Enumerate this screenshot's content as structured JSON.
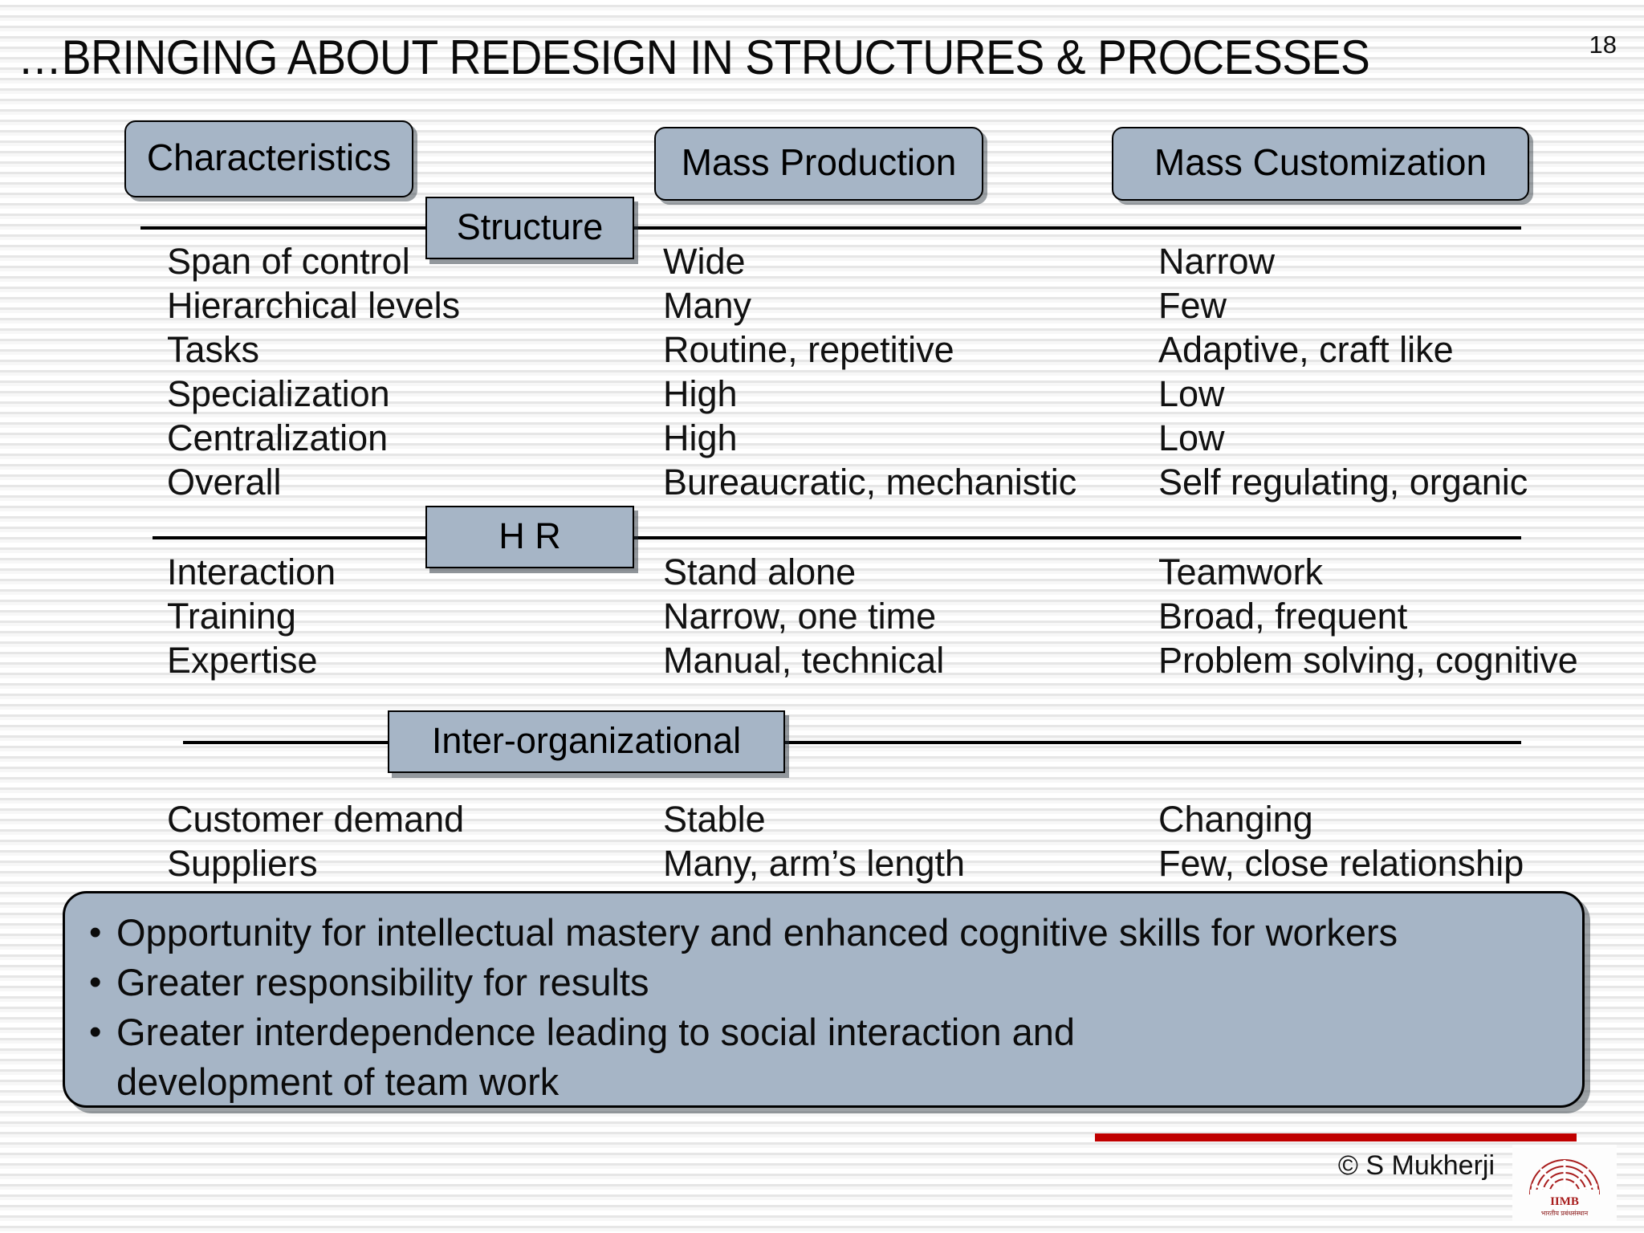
{
  "slide": {
    "title": "…BRINGING ABOUT REDESIGN IN STRUCTURES & PROCESSES",
    "page_number": "18"
  },
  "column_headers": {
    "characteristics": "Characteristics",
    "mass_production": "Mass Production",
    "mass_customization": "Mass Customization"
  },
  "sections": [
    {
      "label": "Structure",
      "rows": [
        {
          "characteristic": "Span of control",
          "mass_production": "Wide",
          "mass_customization": "Narrow"
        },
        {
          "characteristic": "Hierarchical levels",
          "mass_production": "Many",
          "mass_customization": "Few"
        },
        {
          "characteristic": "Tasks",
          "mass_production": "Routine, repetitive",
          "mass_customization": "Adaptive, craft like"
        },
        {
          "characteristic": "Specialization",
          "mass_production": "High",
          "mass_customization": "Low"
        },
        {
          "characteristic": "Centralization",
          "mass_production": "High",
          "mass_customization": "Low"
        },
        {
          "characteristic": "Overall",
          "mass_production": "Bureaucratic, mechanistic",
          "mass_customization": "Self regulating, organic"
        }
      ]
    },
    {
      "label": "H R",
      "rows": [
        {
          "characteristic": "Interaction",
          "mass_production": "Stand alone",
          "mass_customization": "Teamwork"
        },
        {
          "characteristic": "Training",
          "mass_production": "Narrow, one time",
          "mass_customization": "Broad, frequent"
        },
        {
          "characteristic": "Expertise",
          "mass_production": "Manual, technical",
          "mass_customization": "Problem solving, cognitive"
        }
      ]
    },
    {
      "label": "Inter-organizational",
      "rows": [
        {
          "characteristic": "Customer demand",
          "mass_production": "Stable",
          "mass_customization": "Changing"
        },
        {
          "characteristic": "Suppliers",
          "mass_production": "Many, arm’s length",
          "mass_customization": "Few, close relationship"
        }
      ]
    }
  ],
  "callout": {
    "bullet_glyph": "•",
    "bullets": [
      {
        "line1": "Opportunity for intellectual mastery and enhanced cognitive skills for  workers",
        "line2": ""
      },
      {
        "line1": "Greater responsibility for results",
        "line2": ""
      },
      {
        "line1": "Greater interdependence leading to social interaction and",
        "line2": "development of team work"
      }
    ]
  },
  "footer": {
    "copyright": "©  S Mukherji",
    "logo_name": "IIMB",
    "logo_subtitle": "भारतीय प्रबंधसंस्थान",
    "accent_color": "#c00000",
    "box_fill_color": "#a6b5c6"
  }
}
